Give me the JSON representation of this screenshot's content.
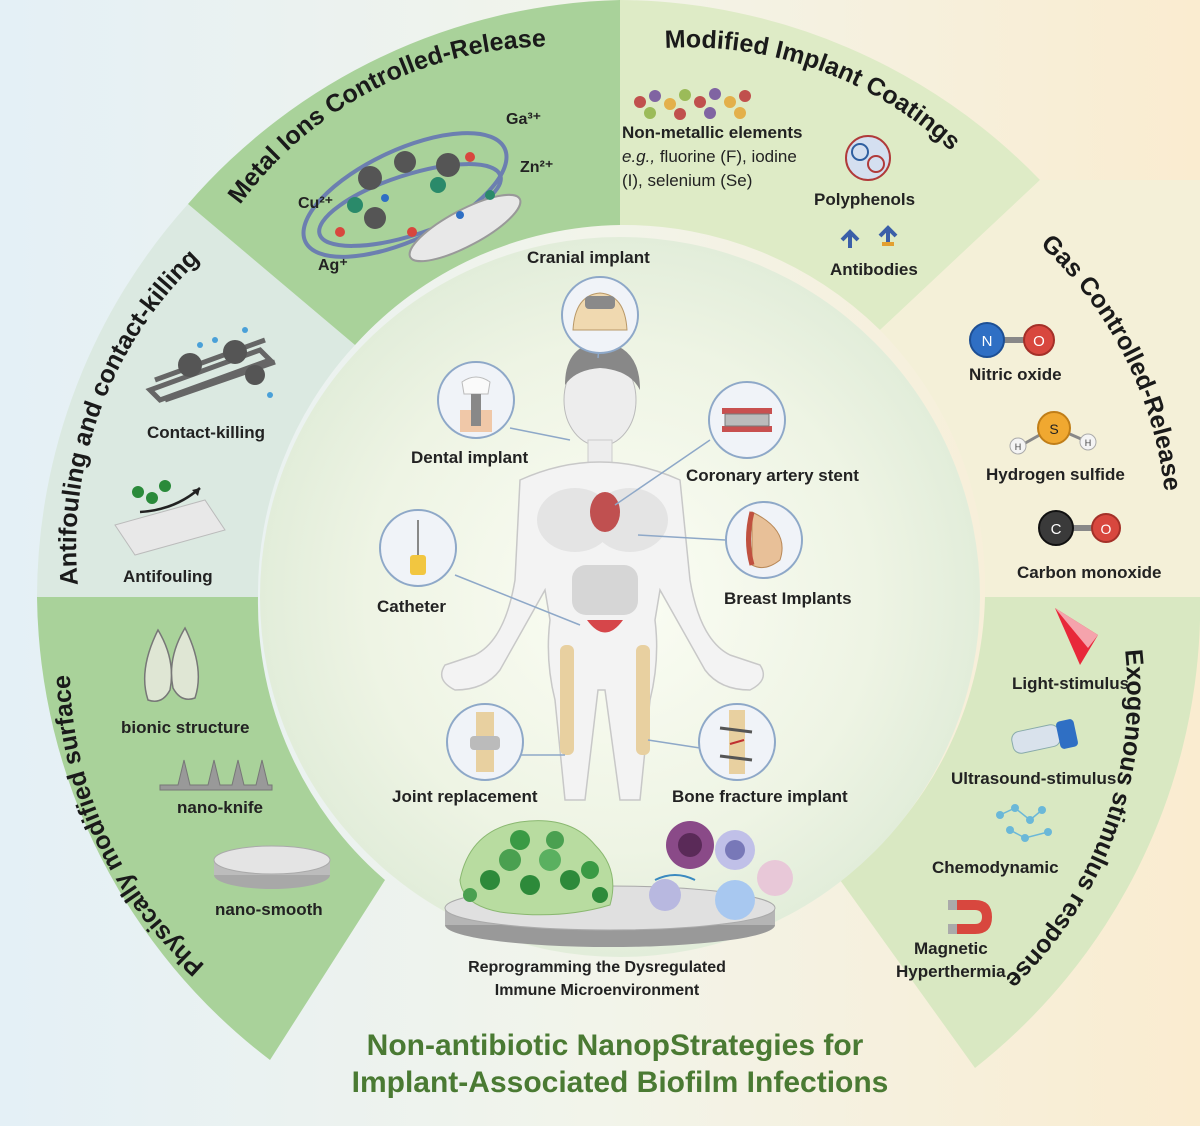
{
  "sections": {
    "metal_ions": {
      "title": "Metal Ions Controlled-Release",
      "ions": {
        "cu": "Cu²⁺",
        "ag": "Ag⁺",
        "ga": "Ga³⁺",
        "zn": "Zn²⁺"
      }
    },
    "coatings": {
      "title": "Modified Implant Coatings",
      "nonmetal_title": "Non-metallic elements",
      "nonmetal_eg": "e.g.,",
      "nonmetal_line1": " fluorine (F), iodine",
      "nonmetal_line2": "(I),  selenium (Se)",
      "polyphenols": "Polyphenols",
      "antibodies": "Antibodies"
    },
    "antifouling": {
      "title": "Antifouling and contact-killing",
      "contact_killing": "Contact-killing",
      "antifouling": "Antifouling"
    },
    "gas": {
      "title": "Gas Controlled-Release",
      "nitric_oxide": "Nitric oxide",
      "hydrogen_sulfide": "Hydrogen sulfide",
      "carbon_monoxide": "Carbon monoxide",
      "atoms": {
        "n": "N",
        "o": "O",
        "s": "S",
        "h": "H",
        "c": "C"
      }
    },
    "physical": {
      "title": "Physically modified surface",
      "bionic": "bionic structure",
      "nano_knife": "nano-knife",
      "nano_smooth": "nano-smooth"
    },
    "exogenous": {
      "title": "Exogenous stimulus response",
      "light": "Light-stimulus",
      "ultrasound": "Ultrasound-stimulus",
      "chemodynamic": "Chemodynamic",
      "magnetic_line1": "Magnetic",
      "magnetic_line2": "Hyperthermia"
    }
  },
  "implants": {
    "cranial": "Cranial implant",
    "dental": "Dental implant",
    "coronary": "Coronary artery stent",
    "catheter": "Catheter",
    "breast": "Breast Implants",
    "joint": "Joint replacement",
    "bone": "Bone fracture implant"
  },
  "center": {
    "line1": "Reprogramming the Dysregulated",
    "line2": "Immune Microenvironment"
  },
  "title": {
    "line1": "Non-antibiotic NanopStrategies for",
    "line2": "Implant-Associated Biofilm Infections"
  },
  "colors": {
    "title_green": "#4a7a33",
    "sector_green": "#a9d29a",
    "nitrogen_blue": "#2f6fc4",
    "oxygen_red": "#d8473e",
    "sulfur_orange": "#f0a830",
    "carbon_gray": "#3a3a3a"
  }
}
